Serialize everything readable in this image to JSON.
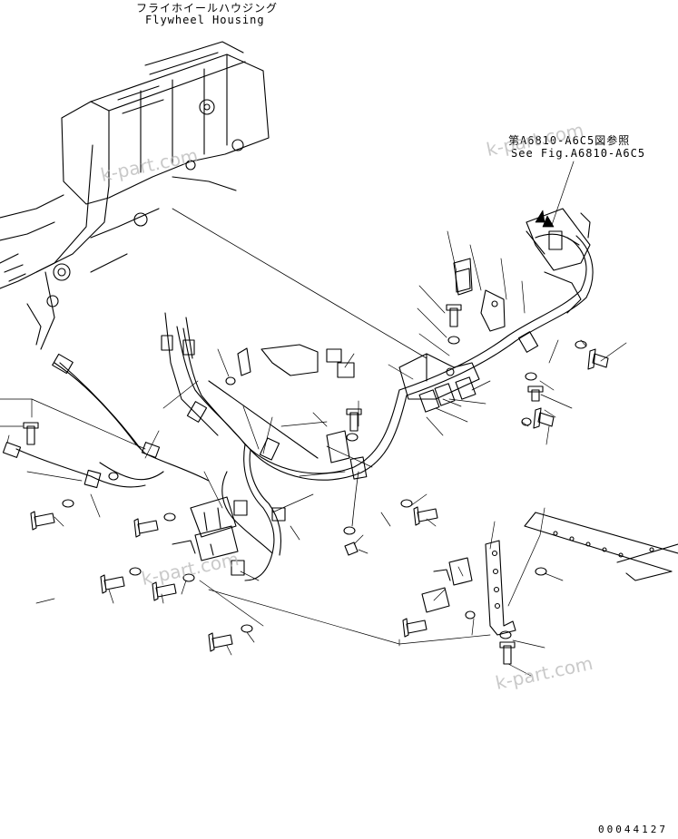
{
  "title": {
    "japanese": "フライホイールハウジング",
    "english": "Flywheel Housing"
  },
  "reference": {
    "japanese": "第A6810-A6C5図参照",
    "english": "See Fig.A6810-A6C5"
  },
  "document_number": "00044127",
  "watermark": "k-part.com"
}
